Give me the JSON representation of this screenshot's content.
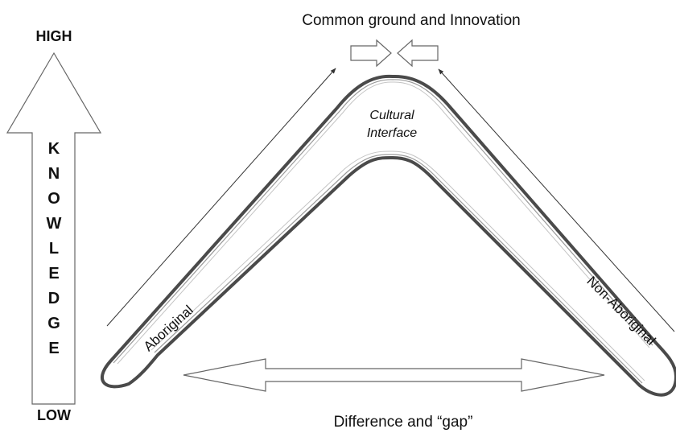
{
  "labels": {
    "top": "Common ground and Innovation",
    "bottom": "Difference and “gap”",
    "high": "HIGH",
    "low": "LOW",
    "center_line1": "Cultural",
    "center_line2": "Interface",
    "left_arm": "Aboriginal",
    "right_arm": "Non-Aboriginal"
  },
  "knowledge_letters": [
    "K",
    "N",
    "O",
    "W",
    "L",
    "E",
    "D",
    "G",
    "E"
  ],
  "icons": {
    "vertical_arrow": "up-arrow-icon",
    "horizontal_arrow": "double-headed-arrow-icon",
    "convergence_arrows": "converging-arrows-icon",
    "boomerang": "boomerang-shape"
  }
}
